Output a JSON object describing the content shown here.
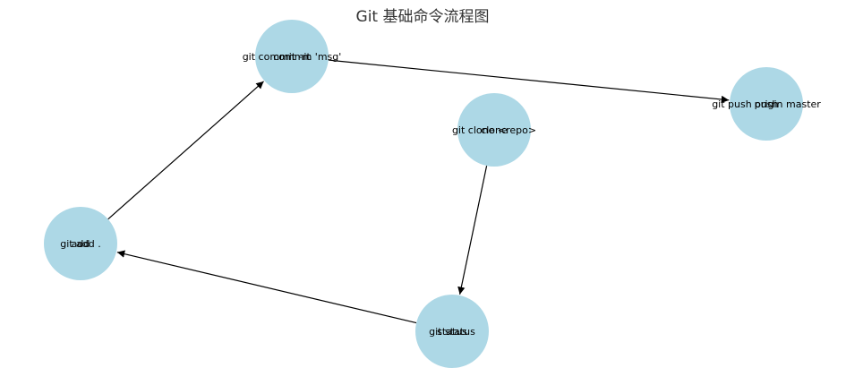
{
  "title": "Git 基础命令流程图",
  "colors": {
    "node_fill": "#add8e6",
    "edge": "#000000",
    "text": "#000000"
  },
  "nodes": [
    {
      "id": "clone",
      "name": "clone",
      "label": "git clone <repo>"
    },
    {
      "id": "status",
      "name": "status",
      "label": "git status"
    },
    {
      "id": "add",
      "name": "add",
      "label": "git add ."
    },
    {
      "id": "commit",
      "name": "commit",
      "label": "git commit -m 'msg'"
    },
    {
      "id": "push",
      "name": "push",
      "label": "git push origin master"
    }
  ],
  "edges": [
    {
      "from": "clone",
      "to": "status"
    },
    {
      "from": "status",
      "to": "add"
    },
    {
      "from": "add",
      "to": "commit"
    },
    {
      "from": "commit",
      "to": "push"
    }
  ]
}
